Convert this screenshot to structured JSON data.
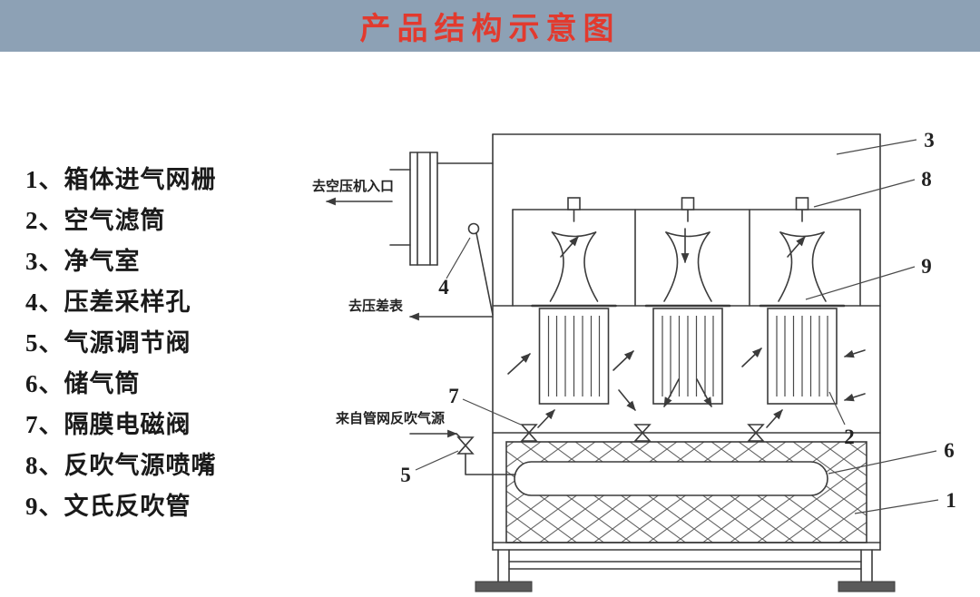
{
  "header": {
    "title": "产品结构示意图"
  },
  "colors": {
    "header_bg": "#8da1b5",
    "header_text": "#e23a2e",
    "line": "#3b3b3b"
  },
  "legend": {
    "items": [
      "1、箱体进气网栅",
      "2、空气滤筒",
      "3、净气室",
      "4、压差采样孔",
      "5、气源调节阀",
      "6、储气筒",
      "7、隔膜电磁阀",
      "8、反吹气源喷嘴",
      "9、文氏反吹管"
    ]
  },
  "diagram": {
    "labels": {
      "to_compressor": "去空压机入口",
      "to_pressure_gauge": "去压差表",
      "backblow_source": "来自管网反吹气源"
    },
    "callouts": {
      "n1": "1",
      "n2": "2",
      "n3": "3",
      "n4": "4",
      "n5": "5",
      "n6": "6",
      "n7": "7",
      "n8": "8",
      "n9": "9"
    }
  }
}
